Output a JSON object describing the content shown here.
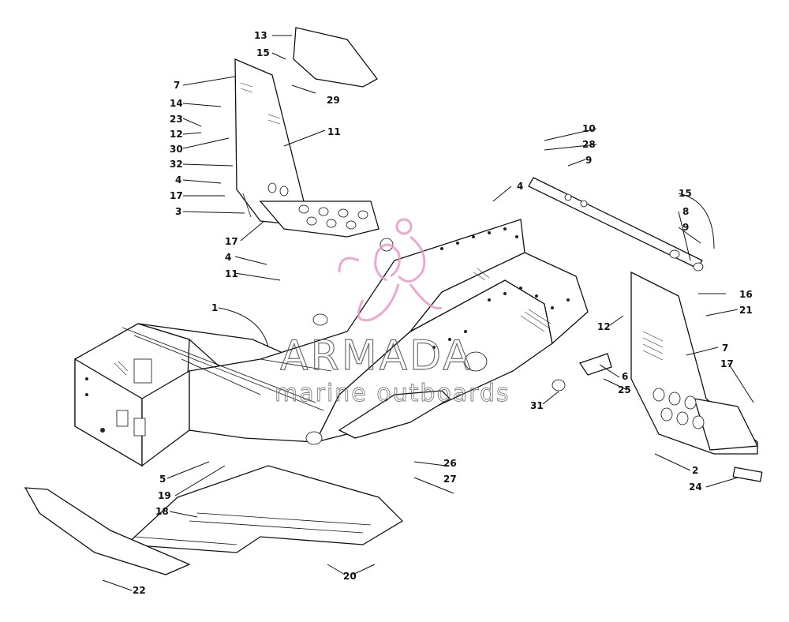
{
  "diagram": {
    "callouts": {
      "c1": "1",
      "c2": "2",
      "c3": "3",
      "c4a": "4",
      "c4b": "4",
      "c4c": "4",
      "c5": "5",
      "c6": "6",
      "c7a": "7",
      "c7b": "7",
      "c8": "8",
      "c9a": "9",
      "c9b": "9",
      "c10": "10",
      "c11a": "11",
      "c11b": "11",
      "c12a": "12",
      "c12b": "12",
      "c13": "13",
      "c14": "14",
      "c15a": "15",
      "c15b": "15",
      "c16": "16",
      "c17a": "17",
      "c17b": "17",
      "c17c": "17",
      "c18": "18",
      "c19": "19",
      "c20": "20",
      "c21": "21",
      "c22": "22",
      "c23": "23",
      "c24": "24",
      "c25": "25",
      "c26": "26",
      "c27": "27",
      "c28": "28",
      "c29": "29",
      "c30": "30",
      "c31": "31",
      "c32": "32"
    }
  },
  "watermark": {
    "brand": "ARMADA",
    "tagline": "marine outboards",
    "logo_color": "#e89ac8"
  }
}
